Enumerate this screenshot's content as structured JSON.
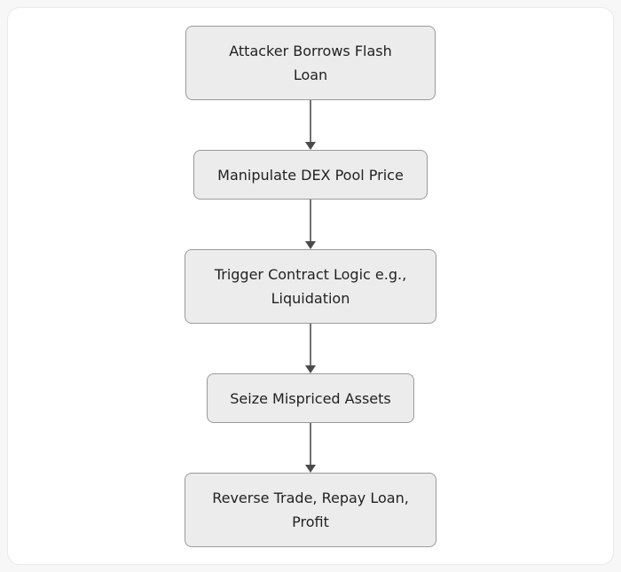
{
  "diagram": {
    "type": "flowchart",
    "direction": "top-down",
    "nodes": [
      {
        "id": "node-1",
        "label": "Attacker Borrows Flash Loan",
        "lines": [
          "Attacker Borrows Flash",
          "Loan"
        ]
      },
      {
        "id": "node-2",
        "label": "Manipulate DEX Pool Price",
        "lines": [
          "Manipulate DEX Pool Price"
        ]
      },
      {
        "id": "node-3",
        "label": "Trigger Contract Logic e.g., Liquidation",
        "lines": [
          "Trigger Contract Logic e.g.,",
          "Liquidation"
        ]
      },
      {
        "id": "node-4",
        "label": "Seize Mispriced Assets",
        "lines": [
          "Seize Mispriced Assets"
        ]
      },
      {
        "id": "node-5",
        "label": "Reverse Trade, Repay Loan, Profit",
        "lines": [
          "Reverse Trade, Repay Loan,",
          "Profit"
        ]
      }
    ],
    "edges": [
      {
        "from": "node-1",
        "to": "node-2",
        "style": "solid-arrow"
      },
      {
        "from": "node-2",
        "to": "node-3",
        "style": "solid-arrow"
      },
      {
        "from": "node-3",
        "to": "node-4",
        "style": "solid-arrow"
      },
      {
        "from": "node-4",
        "to": "node-5",
        "style": "solid-arrow"
      }
    ],
    "colors": {
      "page_background": "#f7f7f8",
      "card_background": "#ffffff",
      "card_border": "#ebe9e9",
      "node_fill": "#ececec",
      "node_border": "#9a9a9a",
      "node_text": "#222222",
      "arrow": "#4a4a4a"
    }
  }
}
